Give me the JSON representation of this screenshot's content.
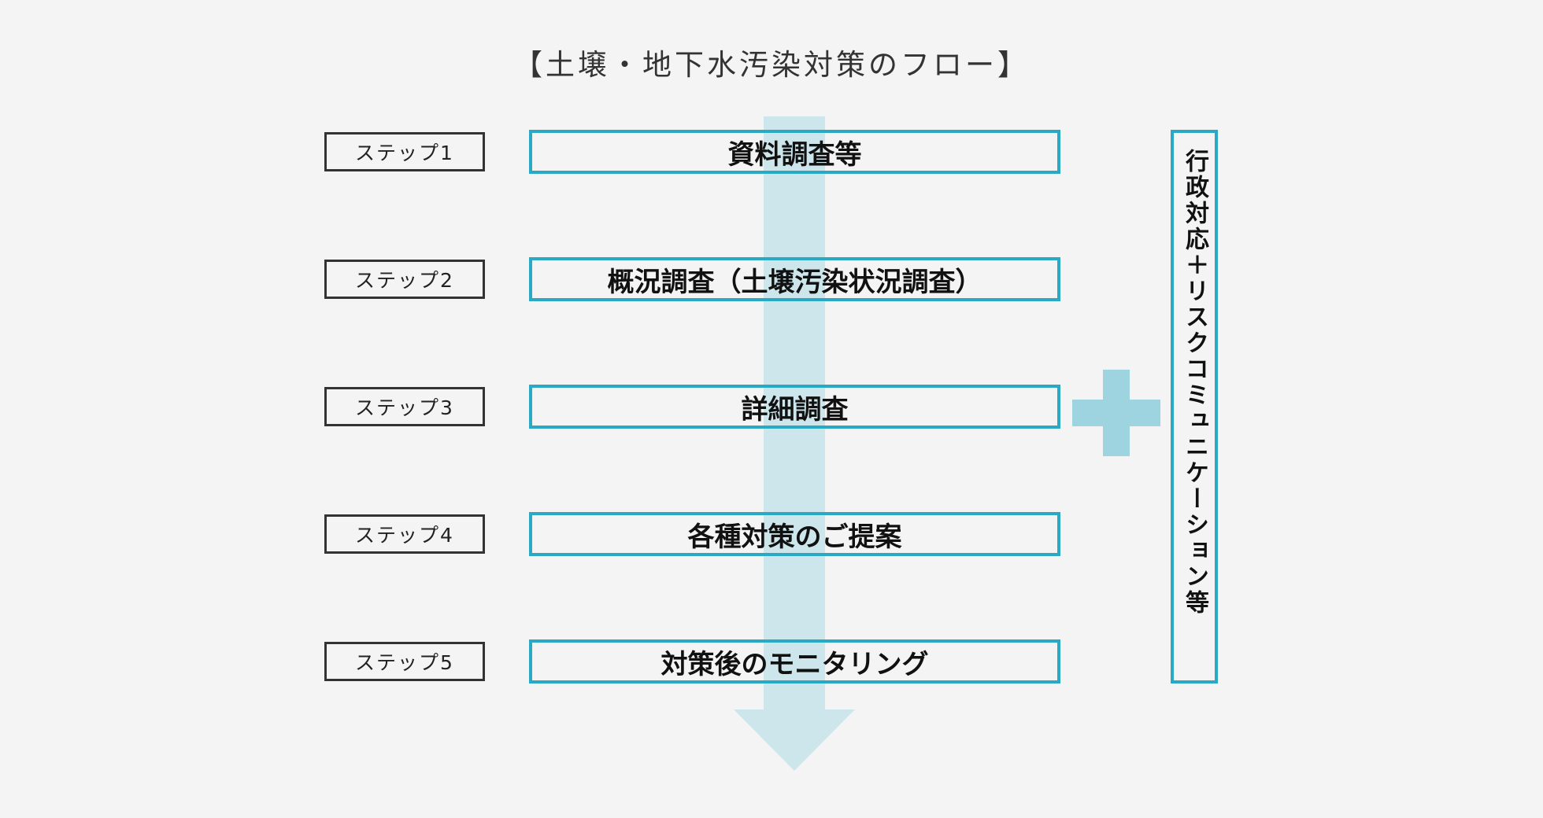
{
  "title": "【土壌・地下水汚染対策のフロー】",
  "steps": [
    {
      "label": "ステップ1",
      "text": "資料調査等"
    },
    {
      "label": "ステップ2",
      "text": "概況調査（土壌汚染状況調査）"
    },
    {
      "label": "ステップ3",
      "text": "詳細調査"
    },
    {
      "label": "ステップ4",
      "text": "各種対策のご提案"
    },
    {
      "label": "ステップ5",
      "text": "対策後のモニタリング"
    }
  ],
  "side_text": "行政対応＋リスクコミュニケーション等",
  "colors": {
    "accent": "#2aa9c4",
    "arrow": "#cde6ec",
    "plus": "#9dd4e0",
    "label_border": "#333333",
    "background": "#f4f4f4"
  }
}
